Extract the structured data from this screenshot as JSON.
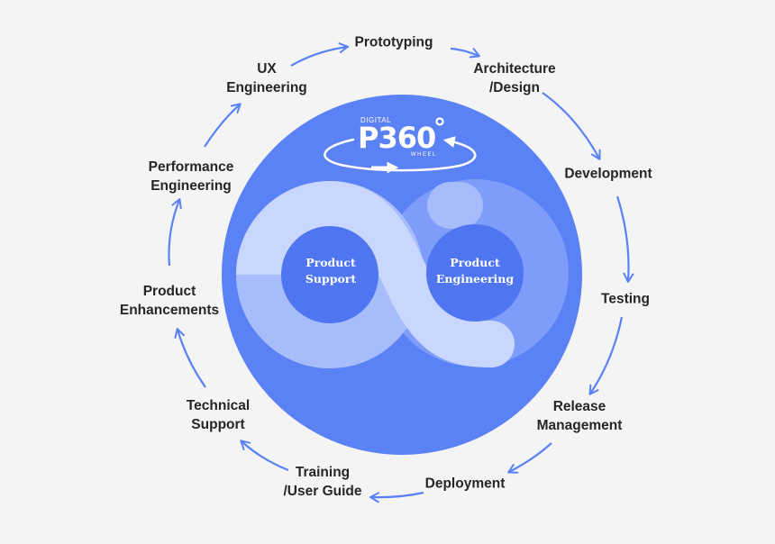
{
  "colors": {
    "background": "#f4f4f5",
    "circle": "#5b82f5",
    "arrow": "#5b82f5",
    "loop_light": "#c9d6fd",
    "loop_mid": "#a7bcfb",
    "core": "#4f76f0",
    "label_text": "#262626"
  },
  "logo": {
    "prefix": "DIGITAL",
    "main": "P360",
    "degree": "°",
    "suffix": "WHEEL"
  },
  "core": {
    "left": [
      "Product",
      "Support"
    ],
    "right": [
      "Product",
      "Engineering"
    ]
  },
  "stages": [
    {
      "lines": [
        "Prototyping"
      ]
    },
    {
      "lines": [
        "Architecture",
        "/Design"
      ]
    },
    {
      "lines": [
        "Development"
      ]
    },
    {
      "lines": [
        "Testing"
      ]
    },
    {
      "lines": [
        "Release",
        "Management"
      ]
    },
    {
      "lines": [
        "Deployment"
      ]
    },
    {
      "lines": [
        "Training",
        "/User Guide"
      ]
    },
    {
      "lines": [
        "Technical",
        "Support"
      ]
    },
    {
      "lines": [
        "Product",
        "Enhancements"
      ]
    },
    {
      "lines": [
        "Performance",
        "Engineering"
      ]
    },
    {
      "lines": [
        "UX",
        "Engineering"
      ]
    }
  ]
}
